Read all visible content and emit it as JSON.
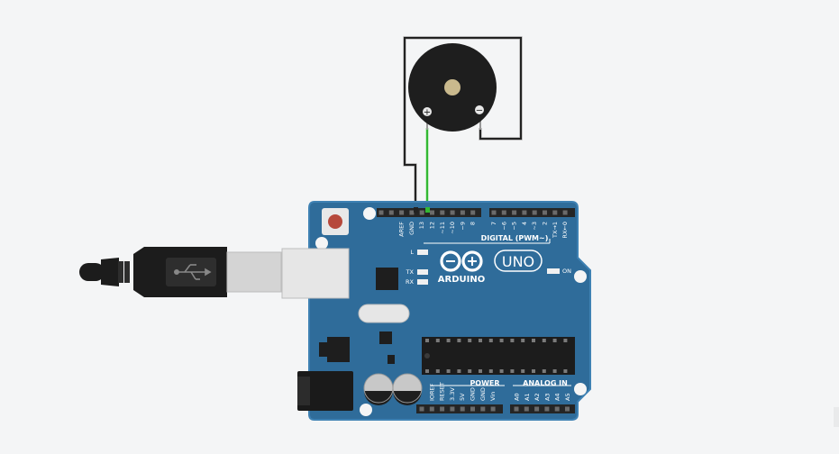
{
  "board": {
    "brand": "ARDUINO",
    "model": "UNO",
    "digital_header_label": "DIGITAL (PWM~)",
    "power_header_label": "POWER",
    "analog_header_label": "ANALOG IN",
    "led_labels": {
      "l": "L",
      "tx": "TX",
      "rx": "RX",
      "on": "ON"
    },
    "digital_pins": [
      "AREF",
      "GND",
      "13",
      "12",
      "~11",
      "~10",
      "~9",
      "8",
      "7",
      "~6",
      "~5",
      "4",
      "~3",
      "2",
      "TX→1",
      "RX←0"
    ],
    "power_pins": [
      "IOREF",
      "RESET",
      "3.3V",
      "5V",
      "GND",
      "GND",
      "Vin"
    ],
    "analog_pins": [
      "A0",
      "A1",
      "A2",
      "A3",
      "A4",
      "A5"
    ]
  },
  "buzzer": {
    "positive_label": "+",
    "negative_label": "−"
  },
  "colors": {
    "board": "#2f6c9a",
    "board_outline": "#3e81b3",
    "header": "#252525",
    "wire_black": "#222222",
    "wire_green": "#33b833",
    "buzzer_body": "#1e1e1e",
    "usb_cable": "#1c1c1c",
    "usb_plug": "#cfcfcf"
  }
}
